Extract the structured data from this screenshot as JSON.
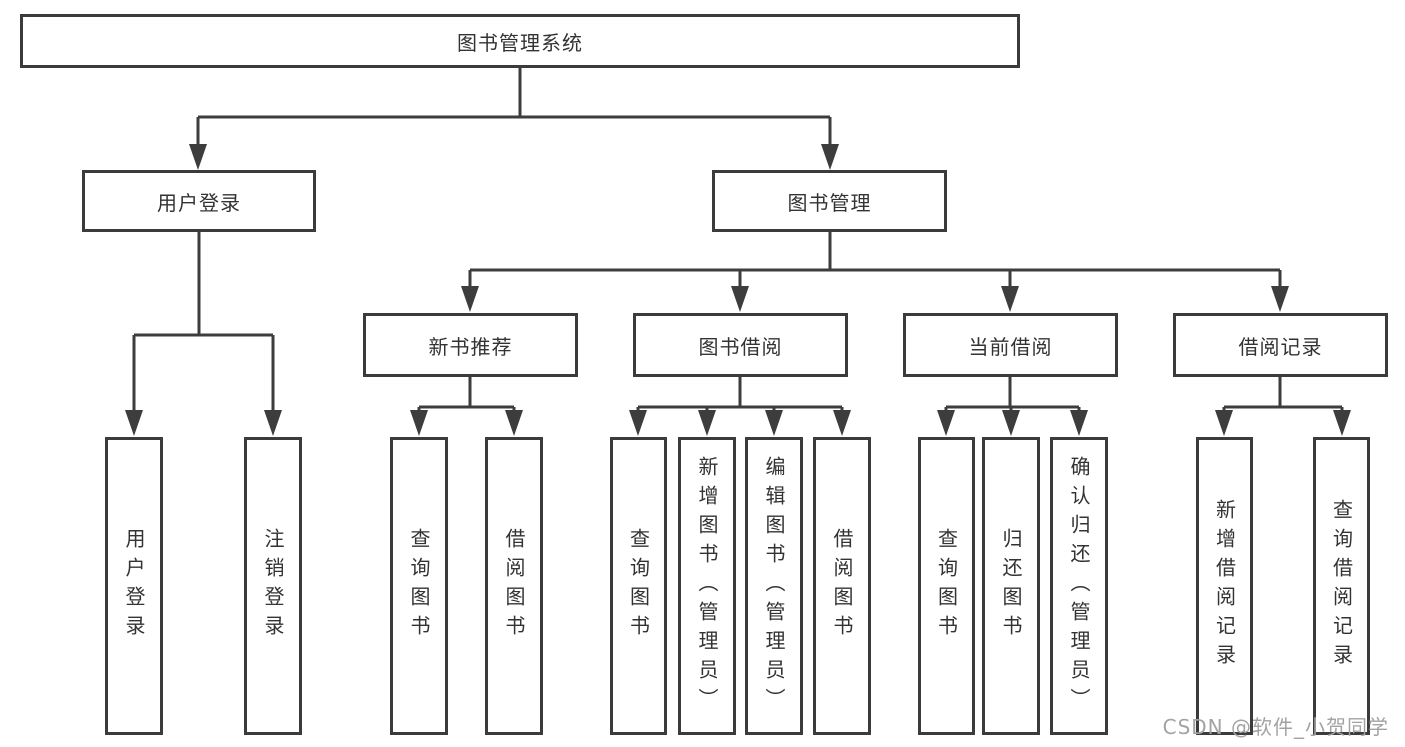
{
  "tree": {
    "root": "图书管理系统",
    "login_branch": {
      "label": "用户登录",
      "children": [
        "用户登录",
        "注销登录"
      ]
    },
    "manage_branch": {
      "label": "图书管理",
      "sections": [
        {
          "label": "新书推荐",
          "children": [
            "查询图书",
            "借阅图书"
          ]
        },
        {
          "label": "图书借阅",
          "children": [
            "查询图书",
            "新增图书（管理员）",
            "编辑图书（管理员）",
            "借阅图书"
          ]
        },
        {
          "label": "当前借阅",
          "children": [
            "查询图书",
            "归还图书",
            "确认归还（管理员）"
          ]
        },
        {
          "label": "借阅记录",
          "children": [
            "新增借阅记录",
            "查询借阅记录"
          ]
        }
      ]
    }
  },
  "watermark": "CSDN @软件_小贺同学"
}
